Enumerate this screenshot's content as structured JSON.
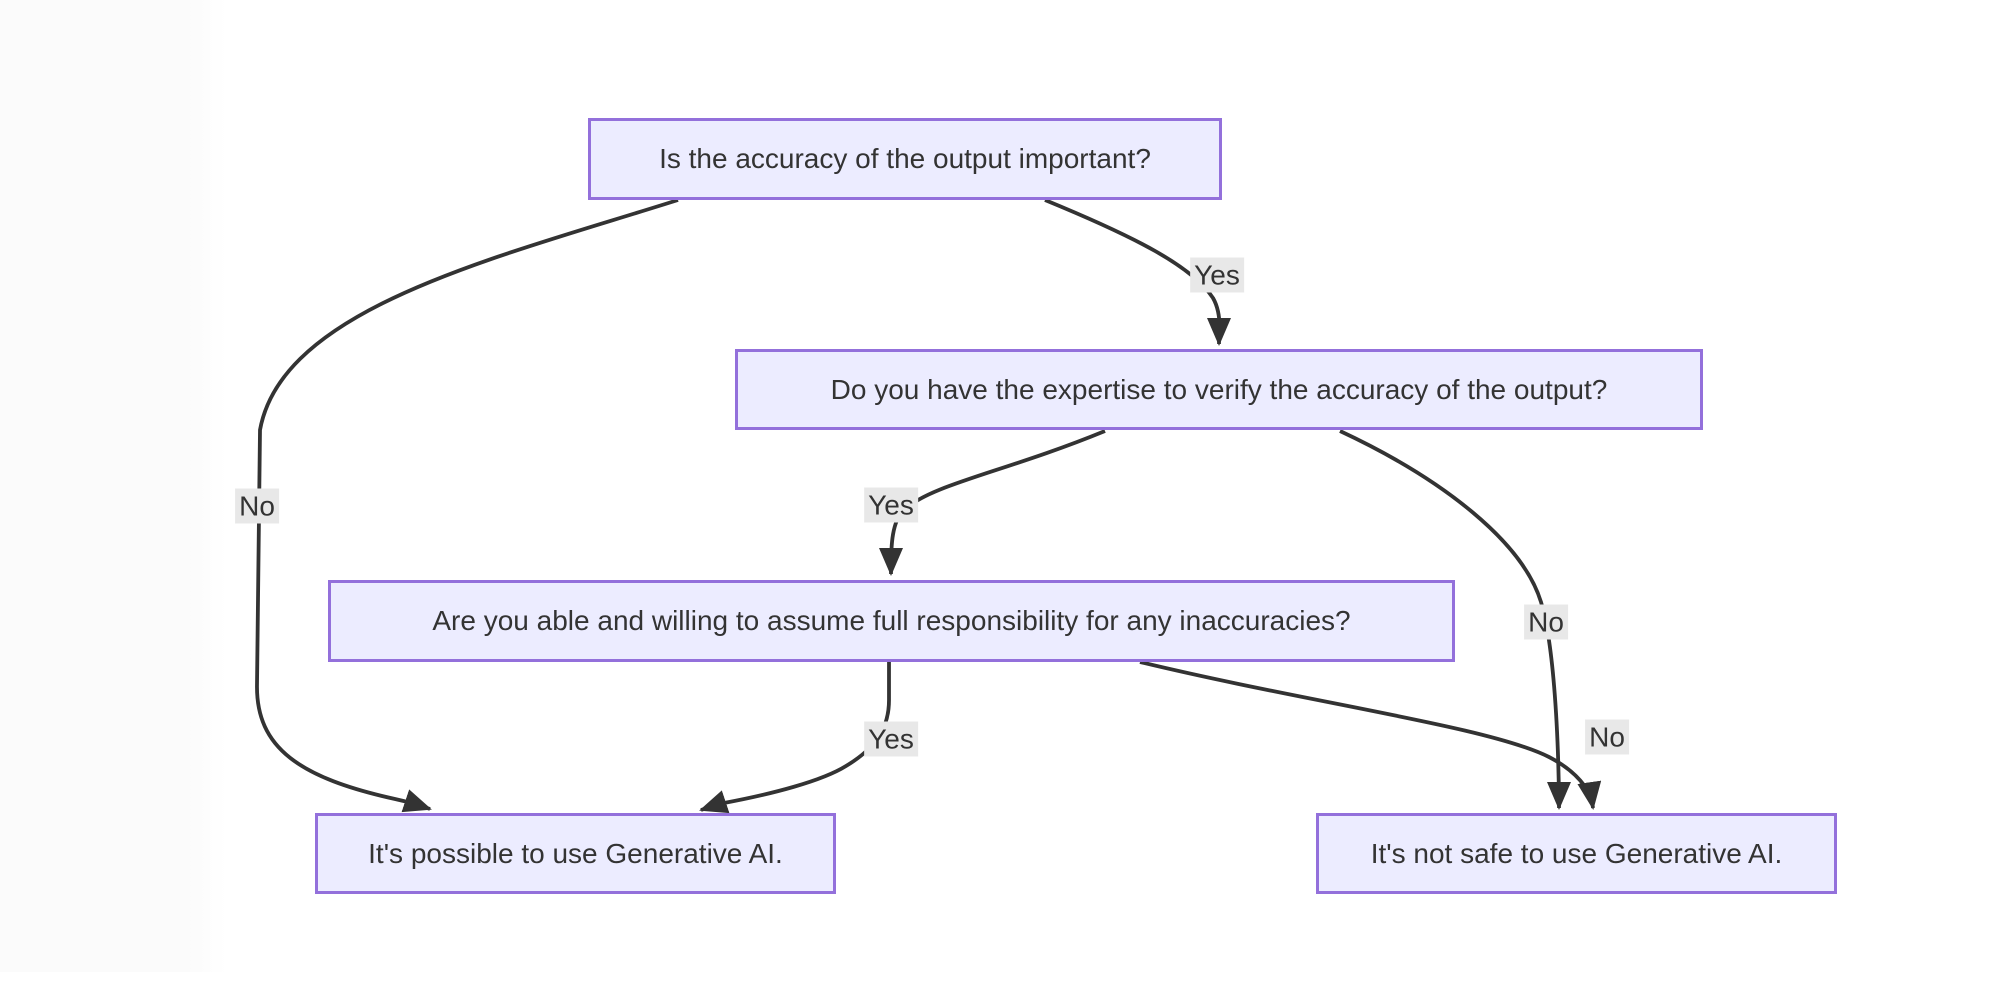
{
  "diagram": {
    "type": "flowchart",
    "direction": "top-down",
    "colors": {
      "node_fill": "#ECECFF",
      "node_border": "#9370DB",
      "edge": "#333333",
      "label_bg": "#e8e8e8",
      "text": "#333333",
      "background": "#ffffff"
    },
    "nodes": [
      {
        "id": "q1",
        "label": "Is the accuracy of the output important?"
      },
      {
        "id": "q2",
        "label": "Do you have the expertise to verify the accuracy of the output?"
      },
      {
        "id": "q3",
        "label": "Are you able and willing to assume full responsibility for any inaccuracies?"
      },
      {
        "id": "ok",
        "label": "It's possible to use Generative AI."
      },
      {
        "id": "stop",
        "label": "It's not safe to use Generative AI."
      }
    ],
    "edges": [
      {
        "from": "q1",
        "to": "ok",
        "label": "No"
      },
      {
        "from": "q1",
        "to": "q2",
        "label": "Yes"
      },
      {
        "from": "q2",
        "to": "q3",
        "label": "Yes"
      },
      {
        "from": "q2",
        "to": "stop",
        "label": "No"
      },
      {
        "from": "q3",
        "to": "ok",
        "label": "Yes"
      },
      {
        "from": "q3",
        "to": "stop",
        "label": "No"
      }
    ]
  }
}
